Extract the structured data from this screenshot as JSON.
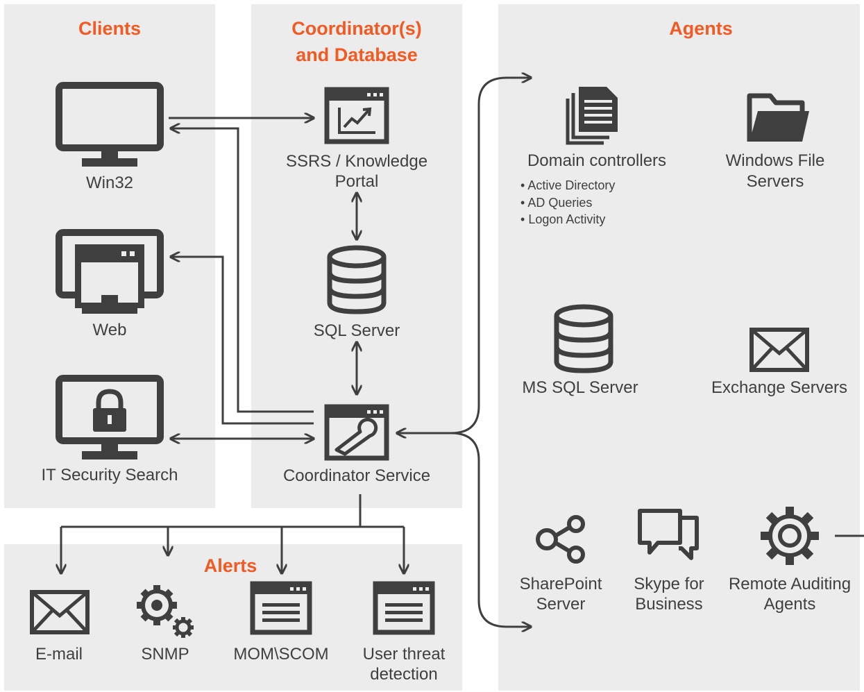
{
  "colors": {
    "accent": "#f15a22",
    "icon": "#3f3f3f",
    "panel": "#ececec"
  },
  "clients": {
    "heading": "Clients",
    "items": [
      {
        "label": "Win32",
        "icon": "monitor-icon"
      },
      {
        "label": "Web",
        "icon": "browser-monitor-icon"
      },
      {
        "label": "IT Security Search",
        "icon": "lock-monitor-icon"
      }
    ]
  },
  "coordinator": {
    "heading_line1": "Coordinator(s)",
    "heading_line2": "and Database",
    "ssrs": {
      "line1": "SSRS / Knowledge",
      "line2": "Portal",
      "icon": "chart-window-icon"
    },
    "sql": {
      "label": "SQL Server",
      "icon": "database-icon"
    },
    "service": {
      "label": "Coordinator Service",
      "icon": "wrench-window-icon"
    }
  },
  "agents": {
    "heading": "Agents",
    "domain_controllers": {
      "label": "Domain controllers",
      "bullets": [
        "Active Directory",
        "AD Queries",
        "Logon Activity"
      ],
      "icon": "documents-icon"
    },
    "file_servers": {
      "line1": "Windows File",
      "line2": "Servers",
      "icon": "folder-icon"
    },
    "ms_sql": {
      "label": "MS SQL Server",
      "icon": "database-icon"
    },
    "exchange": {
      "label": "Exchange Servers",
      "icon": "envelope-icon"
    },
    "sharepoint": {
      "line1": "SharePoint",
      "line2": "Server",
      "icon": "share-icon"
    },
    "skype": {
      "line1": "Skype for",
      "line2": "Business",
      "icon": "chat-bubbles-icon"
    },
    "remote": {
      "line1": "Remote Auditing",
      "line2": "Agents",
      "icon": "gear-icon"
    }
  },
  "alerts": {
    "heading": "Alerts",
    "email": {
      "label": "E-mail",
      "icon": "envelope-icon"
    },
    "snmp": {
      "label": "SNMP",
      "icon": "gears-icon"
    },
    "mom": {
      "label": "MOM\\SCOM",
      "icon": "list-window-icon"
    },
    "uta": {
      "line1": "User threat",
      "line2": "detection",
      "icon": "list-window-icon"
    }
  }
}
